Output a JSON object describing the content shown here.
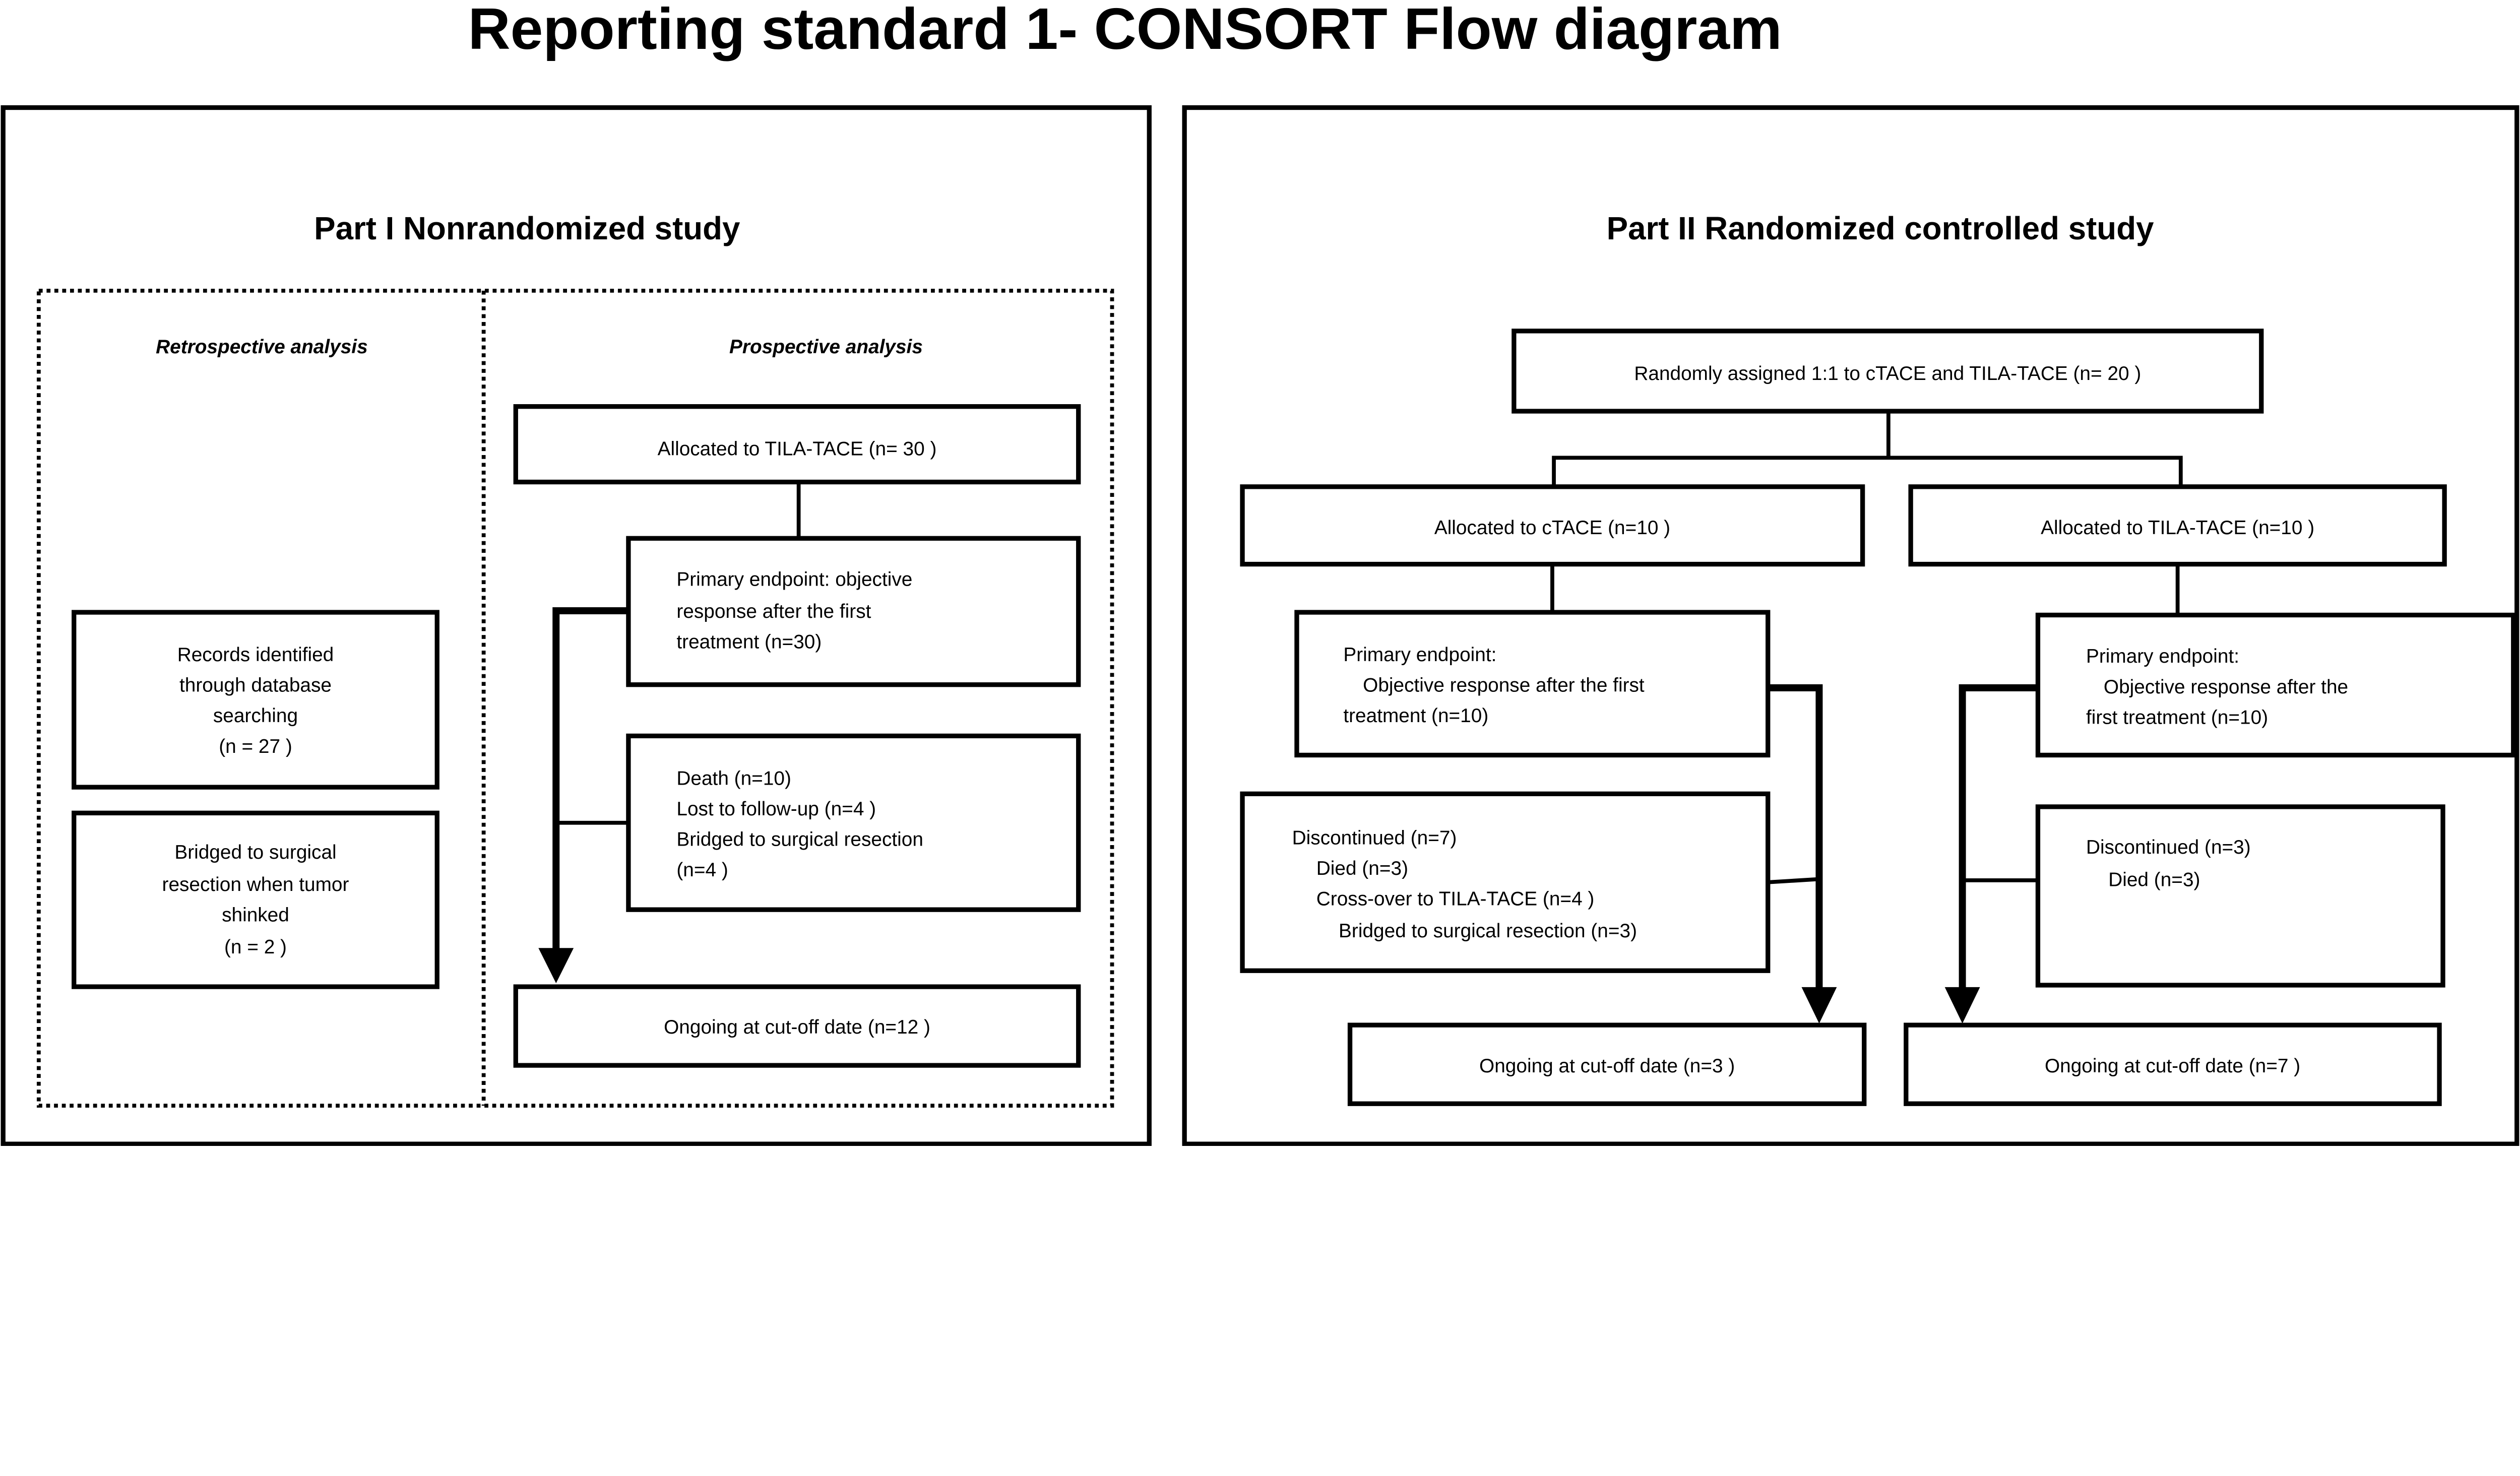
{
  "title": "Reporting standard 1- CONSORT Flow diagram",
  "part1": {
    "title": "Part I Nonrandomized study",
    "retrospective": {
      "heading": "Retrospective analysis",
      "records": [
        "Records identified",
        "through database",
        "searching",
        "(n = 27   )"
      ],
      "bridged": [
        "Bridged to surgical",
        "resection when tumor",
        "shinked",
        "(n = 2 )"
      ]
    },
    "prospective": {
      "heading": "Prospective analysis",
      "allocated": "Allocated to TILA-TACE (n= 30  )",
      "primary": [
        "Primary endpoint:  objective",
        "response  after the first",
        "treatment  (n=30)"
      ],
      "excluded": [
        "Death (n=10)",
        "Lost to follow-up (n=4 )",
        "Bridged  to surgical resection",
        "(n=4 )"
      ],
      "ongoing": "Ongoing at cut-off date (n=12 )"
    }
  },
  "part2": {
    "title": "Part II Randomized controlled study",
    "randomized": "Randomly assigned 1:1 to cTACE and TILA-TACE (n= 20 )",
    "ctace": {
      "allocated": "Allocated to cTACE (n=10  )",
      "primary": [
        "Primary endpoint:",
        "Objective response  after the first",
        "treatment (n=10)"
      ],
      "discontinued": [
        "Discontinued  (n=7)",
        "Died (n=3)",
        "Cross-over to TILA-TACE (n=4 )",
        "Bridged to surgical resection (n=3)"
      ],
      "ongoing": "Ongoing at cut-off date (n=3 )"
    },
    "tila": {
      "allocated": "Allocated to TILA-TACE (n=10  )",
      "primary": [
        "Primary endpoint:",
        "Objective response  after the",
        "first treatment (n=10)"
      ],
      "discontinued": [
        "Discontinued  (n=3)",
        "Died (n=3)"
      ],
      "ongoing": "Ongoing at cut-off date (n=7 )"
    }
  }
}
